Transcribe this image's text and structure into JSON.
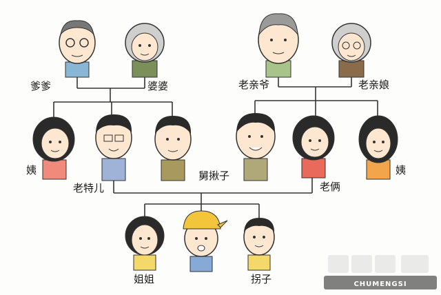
{
  "labels": {
    "grandpa_paternal": "爹爹",
    "grandma_paternal": "婆婆",
    "grandpa_maternal": "老亲爷",
    "grandma_maternal": "老亲娘",
    "aunt_paternal": "姨",
    "father": "老特儿",
    "uncle_paternal": "舅揪子",
    "mother": "老俩",
    "aunt_maternal": "姨",
    "sister": "姐姐",
    "younger_brother": "拐子"
  },
  "watermark": {
    "text": "CHUMENGSI"
  }
}
